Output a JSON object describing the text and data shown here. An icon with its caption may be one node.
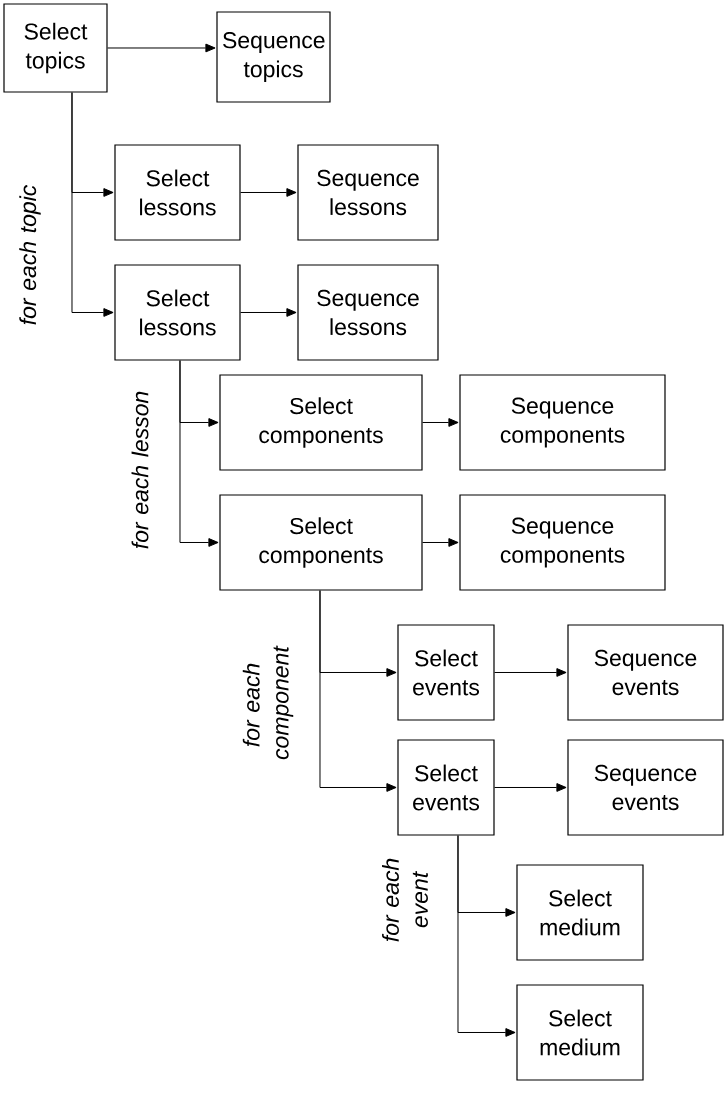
{
  "diagram": {
    "nodes": [
      {
        "text": [
          "Select topics"
        ]
      },
      {
        "text": [
          "Sequence topics"
        ]
      },
      {
        "text": [
          "Select lessons"
        ]
      },
      {
        "text": [
          "Sequence lessons"
        ]
      },
      {
        "text": [
          "Select lessons"
        ]
      },
      {
        "text": [
          "Sequence lessons"
        ]
      },
      {
        "text": [
          "Select components"
        ]
      },
      {
        "text": [
          "Sequence components"
        ]
      },
      {
        "text": [
          "Select components"
        ]
      },
      {
        "text": [
          "Sequence components"
        ]
      },
      {
        "text": [
          "Select events"
        ]
      },
      {
        "text": [
          "Sequence events"
        ]
      },
      {
        "text": [
          "Select events"
        ]
      },
      {
        "text": [
          "Sequence events"
        ]
      },
      {
        "text": [
          "Select medium"
        ]
      },
      {
        "text": [
          "Select medium"
        ]
      }
    ],
    "edges": [
      {
        "from": 0,
        "to": 1,
        "arrow": "to"
      },
      {
        "from": 0,
        "to": 2,
        "arrow": "to"
      },
      {
        "from": 0,
        "to": 4,
        "arrow": "to"
      },
      {
        "from": 2,
        "to": 3,
        "arrow": "to"
      },
      {
        "from": 4,
        "to": 5,
        "arrow": "to"
      },
      {
        "from": 4,
        "to": 6,
        "arrow": "to"
      },
      {
        "from": 4,
        "to": 8,
        "arrow": "to"
      },
      {
        "from": 6,
        "to": 7,
        "arrow": "to"
      },
      {
        "from": 8,
        "to": 9,
        "arrow": "to"
      },
      {
        "from": 8,
        "to": 10,
        "arrow": "to"
      },
      {
        "from": 8,
        "to": 12,
        "arrow": "to"
      },
      {
        "from": 10,
        "to": 11,
        "arrow": "to"
      },
      {
        "from": 12,
        "to": 13,
        "arrow": "to"
      },
      {
        "from": 12,
        "to": 14,
        "arrow": "to"
      },
      {
        "from": 12,
        "to": 15,
        "arrow": "to"
      }
    ],
    "labels": [
      "for each topic",
      "for each lesson",
      "for each component",
      "for each event"
    ]
  }
}
